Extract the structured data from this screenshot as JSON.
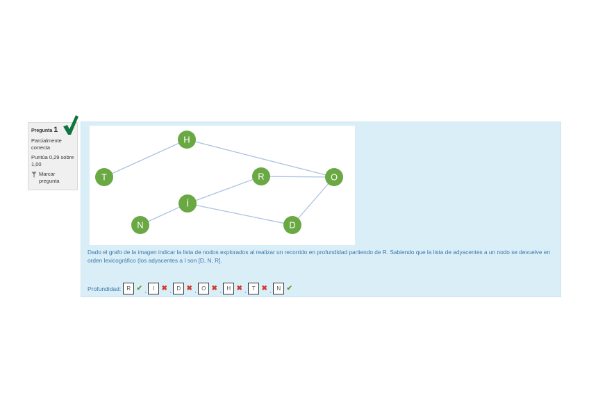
{
  "question_info": {
    "label_prefix": "Pregunta",
    "number": "1",
    "state": "Parcialmente correcta",
    "grade": "Puntúa 0,29 sobre 1,00",
    "flag_label": "Marcar pregunta"
  },
  "graph": {
    "nodes": [
      {
        "id": "H",
        "label": "H"
      },
      {
        "id": "T",
        "label": "T"
      },
      {
        "id": "R",
        "label": "R"
      },
      {
        "id": "O",
        "label": "O"
      },
      {
        "id": "Í",
        "label": "Í"
      },
      {
        "id": "N",
        "label": "N"
      },
      {
        "id": "D",
        "label": "D"
      }
    ],
    "edges": [
      [
        "T",
        "H"
      ],
      [
        "H",
        "O"
      ],
      [
        "R",
        "O"
      ],
      [
        "Í",
        "R"
      ],
      [
        "N",
        "Í"
      ],
      [
        "Í",
        "D"
      ],
      [
        "D",
        "O"
      ]
    ],
    "node_color": "#6aa843",
    "edge_color": "#a9c3e0"
  },
  "question_text": "Dado el grafo de la imagen indicar la lista de nodos explorados al realizar un recorrido en profundidad partiendo de R. Sabiendo que la lista de adyacentes a un nodo se devuelve en orden lexicográfico (los adyacentes a I son [D, N, R].",
  "answer": {
    "label": "Profundidad:",
    "separator": ",",
    "slots": [
      {
        "value": "R",
        "correct": true
      },
      {
        "value": "I",
        "correct": false
      },
      {
        "value": "D",
        "correct": false
      },
      {
        "value": "O",
        "correct": false
      },
      {
        "value": "H",
        "correct": false
      },
      {
        "value": "T",
        "correct": false
      },
      {
        "value": "N",
        "correct": true
      }
    ]
  },
  "colors": {
    "correct": "#5a9f2a",
    "incorrect": "#d33b2f",
    "panel_bg": "#daeef8",
    "text": "#3a77a8"
  },
  "icons": {
    "correct_mark": "check-icon",
    "incorrect_mark": "cross-icon",
    "flag": "flag-icon",
    "status": "big-check-icon"
  }
}
